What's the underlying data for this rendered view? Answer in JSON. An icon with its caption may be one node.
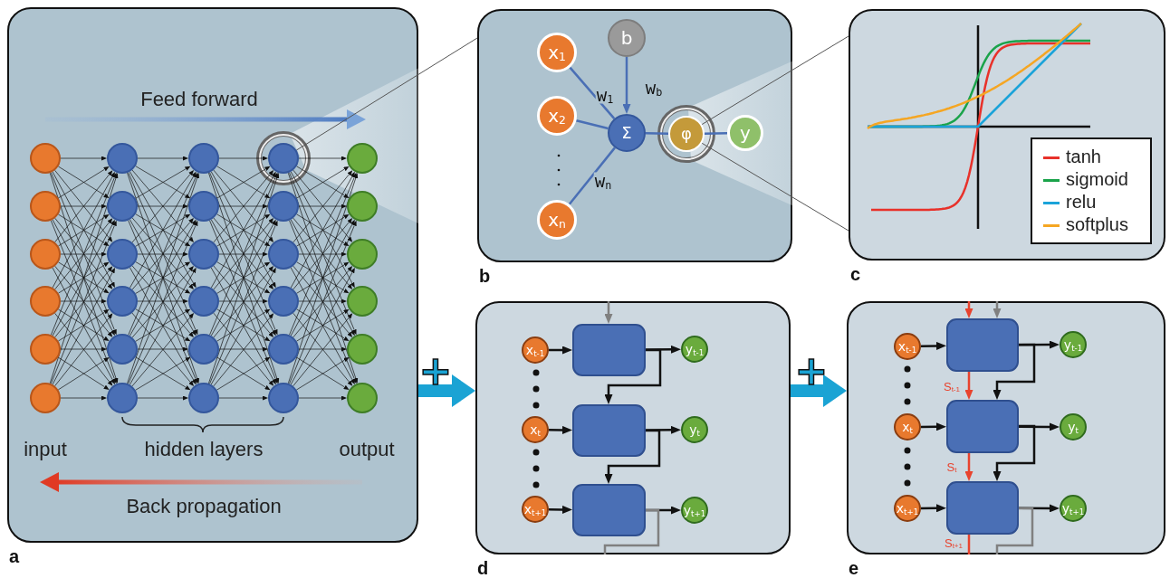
{
  "diagram": {
    "nodes": [
      {
        "text": [
          "a"
        ]
      },
      {
        "text": [],
        "shape": "circle",
        "in": 0
      },
      {
        "text": [],
        "shape": "circle",
        "in": 0
      },
      {
        "text": [],
        "shape": "circle",
        "in": 0
      },
      {
        "text": [],
        "shape": "circle",
        "in": 0
      },
      {
        "text": [],
        "shape": "circle",
        "in": 0
      },
      {
        "text": [],
        "shape": "circle",
        "in": 0
      },
      {
        "text": [],
        "shape": "circle",
        "in": 0
      },
      {
        "text": [],
        "shape": "circle",
        "in": 0
      },
      {
        "text": [],
        "shape": "circle",
        "in": 0
      },
      {
        "text": [],
        "shape": "circle",
        "in": 0
      },
      {
        "text": [],
        "shape": "circle",
        "in": 0
      },
      {
        "text": [],
        "shape": "circle",
        "in": 0
      },
      {
        "text": [],
        "shape": "circle",
        "in": 0
      },
      {
        "text": [],
        "shape": "circle",
        "in": 0
      },
      {
        "text": [],
        "shape": "circle",
        "in": 0
      },
      {
        "text": [],
        "shape": "circle",
        "in": 0
      },
      {
        "text": [],
        "shape": "circle",
        "in": 0
      },
      {
        "text": [],
        "shape": "circle",
        "in": 0
      },
      {
        "text": [],
        "shape": "circle",
        "in": 0
      },
      {
        "text": [],
        "shape": "circle",
        "in": 0
      },
      {
        "text": [],
        "shape": "circle",
        "in": 0
      },
      {
        "text": [],
        "shape": "circle",
        "in": 0
      },
      {
        "text": [],
        "shape": "circle",
        "in": 0
      },
      {
        "text": [],
        "shape": "circle",
        "in": 0
      },
      {
        "text": [],
        "shape": "circle",
        "in": 0
      },
      {
        "text": [],
        "shape": "circle",
        "in": 0
      },
      {
        "text": [],
        "shape": "circle",
        "in": 0
      },
      {
        "text": [],
        "shape": "circle",
        "in": 0
      },
      {
        "text": [],
        "shape": "circle",
        "in": 0
      },
      {
        "text": [],
        "shape": "circle",
        "in": 0
      },
      {
        "text": [
          "b"
        ]
      },
      {
        "text": [
          "x$_{1}$"
        ],
        "in": 31
      },
      {
        "text": [
          "x$_{2}$"
        ],
        "in": 31
      },
      {
        "text": [
          "x$_{n}$"
        ],
        "in": 31
      },
      {
        "text": [
          "b"
        ],
        "in": 31
      },
      {
        "text": [
          "Σ"
        ],
        "in": 31
      },
      {
        "text": [
          "φ"
        ],
        "in": 31
      },
      {
        "text": [
          "y"
        ],
        "in": 31
      },
      {
        "text": [
          "c"
        ]
      },
      {
        "text": [
          "d"
        ]
      },
      {
        "text": [
          "x$_{t-1}$"
        ],
        "in": 40
      },
      {
        "text": [],
        "shape": "box",
        "in": 40
      },
      {
        "text": [
          "y$_{t-1}$"
        ],
        "in": 40
      },
      {
        "text": [
          "x$_{t}$"
        ],
        "in": 40
      },
      {
        "text": [],
        "shape": "box",
        "in": 40
      },
      {
        "text": [
          "y$_{t}$"
        ],
        "in": 40
      },
      {
        "text": [
          "x$_{t+1}$"
        ],
        "in": 40
      },
      {
        "text": [],
        "shape": "box",
        "in": 40
      },
      {
        "text": [
          "y$_{t+1}$"
        ],
        "in": 40
      },
      {
        "text": [
          "e"
        ]
      },
      {
        "text": [
          "x$_{t-1}$"
        ],
        "in": 50
      },
      {
        "text": [],
        "shape": "box",
        "in": 50
      },
      {
        "text": [
          "y$_{t-1}$"
        ],
        "in": 50
      },
      {
        "text": [
          "x$_{t}$"
        ],
        "in": 50
      },
      {
        "text": [],
        "shape": "box",
        "in": 50
      },
      {
        "text": [
          "y$_{t}$"
        ],
        "in": 50
      },
      {
        "text": [
          "x$_{t+1}$"
        ],
        "in": 50
      },
      {
        "text": [],
        "shape": "box",
        "in": 50
      },
      {
        "text": [
          "y$_{t+1}$"
        ],
        "in": 50
      }
    ],
    "edges": [
      {
        "from": 1,
        "to": 7,
        "arrow": "to"
      },
      {
        "from": 1,
        "to": 8,
        "arrow": "to"
      },
      {
        "from": 1,
        "to": 9,
        "arrow": "to"
      },
      {
        "from": 1,
        "to": 10,
        "arrow": "to"
      },
      {
        "from": 1,
        "to": 11,
        "arrow": "to"
      },
      {
        "from": 1,
        "to": 12,
        "arrow": "to"
      },
      {
        "from": 2,
        "to": 7,
        "arrow": "to"
      },
      {
        "from": 2,
        "to": 8,
        "arrow": "to"
      },
      {
        "from": 2,
        "to": 9,
        "arrow": "to"
      },
      {
        "from": 2,
        "to": 10,
        "arrow": "to"
      },
      {
        "from": 2,
        "to": 11,
        "arrow": "to"
      },
      {
        "from": 2,
        "to": 12,
        "arrow": "to"
      },
      {
        "from": 3,
        "to": 7,
        "arrow": "to"
      },
      {
        "from": 3,
        "to": 8,
        "arrow": "to"
      },
      {
        "from": 3,
        "to": 9,
        "arrow": "to"
      },
      {
        "from": 3,
        "to": 10,
        "arrow": "to"
      },
      {
        "from": 3,
        "to": 11,
        "arrow": "to"
      },
      {
        "from": 3,
        "to": 12,
        "arrow": "to"
      },
      {
        "from": 4,
        "to": 7,
        "arrow": "to"
      },
      {
        "from": 4,
        "to": 8,
        "arrow": "to"
      },
      {
        "from": 4,
        "to": 9,
        "arrow": "to"
      },
      {
        "from": 4,
        "to": 10,
        "arrow": "to"
      },
      {
        "from": 4,
        "to": 11,
        "arrow": "to"
      },
      {
        "from": 4,
        "to": 12,
        "arrow": "to"
      },
      {
        "from": 5,
        "to": 7,
        "arrow": "to"
      },
      {
        "from": 5,
        "to": 8,
        "arrow": "to"
      },
      {
        "from": 5,
        "to": 9,
        "arrow": "to"
      },
      {
        "from": 5,
        "to": 10,
        "arrow": "to"
      },
      {
        "from": 5,
        "to": 11,
        "arrow": "to"
      },
      {
        "from": 5,
        "to": 12,
        "arrow": "to"
      },
      {
        "from": 6,
        "to": 7,
        "arrow": "to"
      },
      {
        "from": 6,
        "to": 8,
        "arrow": "to"
      },
      {
        "from": 6,
        "to": 9,
        "arrow": "to"
      },
      {
        "from": 6,
        "to": 10,
        "arrow": "to"
      },
      {
        "from": 6,
        "to": 11,
        "arrow": "to"
      },
      {
        "from": 6,
        "to": 12,
        "arrow": "to"
      },
      {
        "from": 7,
        "to": 13,
        "arrow": "to"
      },
      {
        "from": 7,
        "to": 14,
        "arrow": "to"
      },
      {
        "from": 7,
        "to": 15,
        "arrow": "to"
      },
      {
        "from": 7,
        "to": 16,
        "arrow": "to"
      },
      {
        "from": 7,
        "to": 17,
        "arrow": "to"
      },
      {
        "from": 7,
        "to": 18,
        "arrow": "to"
      },
      {
        "from": 8,
        "to": 13,
        "arrow": "to"
      },
      {
        "from": 8,
        "to": 14,
        "arrow": "to"
      },
      {
        "from": 8,
        "to": 15,
        "arrow": "to"
      },
      {
        "from": 8,
        "to": 16,
        "arrow": "to"
      },
      {
        "from": 8,
        "to": 17,
        "arrow": "to"
      },
      {
        "from": 8,
        "to": 18,
        "arrow": "to"
      },
      {
        "from": 9,
        "to": 13,
        "arrow": "to"
      },
      {
        "from": 9,
        "to": 14,
        "arrow": "to"
      },
      {
        "from": 9,
        "to": 15,
        "arrow": "to"
      },
      {
        "from": 9,
        "to": 16,
        "arrow": "to"
      },
      {
        "from": 9,
        "to": 17,
        "arrow": "to"
      },
      {
        "from": 9,
        "to": 18,
        "arrow": "to"
      },
      {
        "from": 10,
        "to": 13,
        "arrow": "to"
      },
      {
        "from": 10,
        "to": 14,
        "arrow": "to"
      },
      {
        "from": 10,
        "to": 15,
        "arrow": "to"
      },
      {
        "from": 10,
        "to": 16,
        "arrow": "to"
      },
      {
        "from": 10,
        "to": 17,
        "arrow": "to"
      },
      {
        "from": 10,
        "to": 18,
        "arrow": "to"
      },
      {
        "from": 11,
        "to": 13,
        "arrow": "to"
      },
      {
        "from": 11,
        "to": 14,
        "arrow": "to"
      },
      {
        "from": 11,
        "to": 15,
        "arrow": "to"
      },
      {
        "from": 11,
        "to": 16,
        "arrow": "to"
      },
      {
        "from": 11,
        "to": 17,
        "arrow": "to"
      },
      {
        "from": 11,
        "to": 18,
        "arrow": "to"
      },
      {
        "from": 12,
        "to": 13,
        "arrow": "to"
      },
      {
        "from": 12,
        "to": 14,
        "arrow": "to"
      },
      {
        "from": 12,
        "to": 15,
        "arrow": "to"
      },
      {
        "from": 12,
        "to": 16,
        "arrow": "to"
      },
      {
        "from": 12,
        "to": 17,
        "arrow": "to"
      },
      {
        "from": 12,
        "to": 18,
        "arrow": "to"
      },
      {
        "from": 13,
        "to": 19,
        "arrow": "to"
      },
      {
        "from": 13,
        "to": 20,
        "arrow": "to"
      },
      {
        "from": 13,
        "to": 21,
        "arrow": "to"
      },
      {
        "from": 13,
        "to": 22,
        "arrow": "to"
      },
      {
        "from": 13,
        "to": 23,
        "arrow": "to"
      },
      {
        "from": 13,
        "to": 24,
        "arrow": "to"
      },
      {
        "from": 14,
        "to": 19,
        "arrow": "to"
      },
      {
        "from": 14,
        "to": 20,
        "arrow": "to"
      },
      {
        "from": 14,
        "to": 21,
        "arrow": "to"
      },
      {
        "from": 14,
        "to": 22,
        "arrow": "to"
      },
      {
        "from": 14,
        "to": 23,
        "arrow": "to"
      },
      {
        "from": 14,
        "to": 24,
        "arrow": "to"
      },
      {
        "from": 15,
        "to": 19,
        "arrow": "to"
      },
      {
        "from": 15,
        "to": 20,
        "arrow": "to"
      },
      {
        "from": 15,
        "to": 21,
        "arrow": "to"
      },
      {
        "from": 15,
        "to": 22,
        "arrow": "to"
      },
      {
        "from": 15,
        "to": 23,
        "arrow": "to"
      },
      {
        "from": 15,
        "to": 24,
        "arrow": "to"
      },
      {
        "from": 16,
        "to": 19,
        "arrow": "to"
      },
      {
        "from": 16,
        "to": 20,
        "arrow": "to"
      },
      {
        "from": 16,
        "to": 21,
        "arrow": "to"
      },
      {
        "from": 16,
        "to": 22,
        "arrow": "to"
      },
      {
        "from": 16,
        "to": 23,
        "arrow": "to"
      },
      {
        "from": 16,
        "to": 24,
        "arrow": "to"
      },
      {
        "from": 17,
        "to": 19,
        "arrow": "to"
      },
      {
        "from": 17,
        "to": 20,
        "arrow": "to"
      },
      {
        "from": 17,
        "to": 21,
        "arrow": "to"
      },
      {
        "from": 17,
        "to": 22,
        "arrow": "to"
      },
      {
        "from": 17,
        "to": 23,
        "arrow": "to"
      },
      {
        "from": 17,
        "to": 24,
        "arrow": "to"
      },
      {
        "from": 18,
        "to": 19,
        "arrow": "to"
      },
      {
        "from": 18,
        "to": 20,
        "arrow": "to"
      },
      {
        "from": 18,
        "to": 21,
        "arrow": "to"
      },
      {
        "from": 18,
        "to": 22,
        "arrow": "to"
      },
      {
        "from": 18,
        "to": 23,
        "arrow": "to"
      },
      {
        "from": 18,
        "to": 24,
        "arrow": "to"
      },
      {
        "from": 19,
        "to": 25,
        "arrow": "to"
      },
      {
        "from": 19,
        "to": 26,
        "arrow": "to"
      },
      {
        "from": 19,
        "to": 27,
        "arrow": "to"
      },
      {
        "from": 19,
        "to": 28,
        "arrow": "to"
      },
      {
        "from": 19,
        "to": 29,
        "arrow": "to"
      },
      {
        "from": 19,
        "to": 30,
        "arrow": "to"
      },
      {
        "from": 20,
        "to": 25,
        "arrow": "to"
      },
      {
        "from": 20,
        "to": 26,
        "arrow": "to"
      },
      {
        "from": 20,
        "to": 27,
        "arrow": "to"
      },
      {
        "from": 20,
        "to": 28,
        "arrow": "to"
      },
      {
        "from": 20,
        "to": 29,
        "arrow": "to"
      },
      {
        "from": 20,
        "to": 30,
        "arrow": "to"
      },
      {
        "from": 21,
        "to": 25,
        "arrow": "to"
      },
      {
        "from": 21,
        "to": 26,
        "arrow": "to"
      },
      {
        "from": 21,
        "to": 27,
        "arrow": "to"
      },
      {
        "from": 21,
        "to": 28,
        "arrow": "to"
      },
      {
        "from": 21,
        "to": 29,
        "arrow": "to"
      },
      {
        "from": 21,
        "to": 30,
        "arrow": "to"
      },
      {
        "from": 22,
        "to": 25,
        "arrow": "to"
      },
      {
        "from": 22,
        "to": 26,
        "arrow": "to"
      },
      {
        "from": 22,
        "to": 27,
        "arrow": "to"
      },
      {
        "from": 22,
        "to": 28,
        "arrow": "to"
      },
      {
        "from": 22,
        "to": 29,
        "arrow": "to"
      },
      {
        "from": 22,
        "to": 30,
        "arrow": "to"
      },
      {
        "from": 23,
        "to": 25,
        "arrow": "to"
      },
      {
        "from": 23,
        "to": 26,
        "arrow": "to"
      },
      {
        "from": 23,
        "to": 27,
        "arrow": "to"
      },
      {
        "from": 23,
        "to": 28,
        "arrow": "to"
      },
      {
        "from": 23,
        "to": 29,
        "arrow": "to"
      },
      {
        "from": 23,
        "to": 30,
        "arrow": "to"
      },
      {
        "from": 24,
        "to": 25,
        "arrow": "to"
      },
      {
        "from": 24,
        "to": 26,
        "arrow": "to"
      },
      {
        "from": 24,
        "to": 27,
        "arrow": "to"
      },
      {
        "from": 24,
        "to": 28,
        "arrow": "to"
      },
      {
        "from": 24,
        "to": 29,
        "arrow": "to"
      },
      {
        "from": 24,
        "to": 30,
        "arrow": "to"
      },
      {
        "from": 32,
        "to": 36,
        "arrow": "none",
        "label": "w$_{1}$",
        "color": "#4a6fb5"
      },
      {
        "from": 33,
        "to": 36,
        "arrow": "none",
        "color": "#4a6fb5"
      },
      {
        "from": 34,
        "to": 36,
        "arrow": "none",
        "label": "w$_{n}$",
        "color": "#4a6fb5"
      },
      {
        "from": 35,
        "to": 36,
        "arrow": "to",
        "label": "w$_{b}$",
        "color": "#4a6fb5"
      },
      {
        "from": 36,
        "to": 37,
        "arrow": "none",
        "color": "#4a6fb5"
      },
      {
        "from": 37,
        "to": 38,
        "arrow": "none",
        "color": "#4a6fb5"
      },
      {
        "from": 19,
        "to": 31,
        "arrow": "none",
        "color": "#555555"
      },
      {
        "from": 37,
        "to": 39,
        "arrow": "none",
        "color": "#555555"
      },
      {
        "from": 0,
        "to": 40,
        "arrow": "to",
        "label": "+",
        "style": "thick",
        "color": "#1aa3d4"
      },
      {
        "from": 40,
        "to": 50,
        "arrow": "to",
        "label": "+",
        "style": "thick",
        "color": "#1aa3d4"
      },
      {
        "from": null,
        "to": 42,
        "arrow": "to",
        "color": "#808080"
      },
      {
        "from": 41,
        "to": 42,
        "arrow": "to"
      },
      {
        "from": 42,
        "to": 43,
        "arrow": "to"
      },
      {
        "from": 42,
        "to": 45,
        "arrow": "to"
      },
      {
        "from": 44,
        "to": 45,
        "arrow": "to"
      },
      {
        "from": 45,
        "to": 46,
        "arrow": "to"
      },
      {
        "from": 45,
        "to": 48,
        "arrow": "to"
      },
      {
        "from": 47,
        "to": 48,
        "arrow": "to"
      },
      {
        "from": 48,
        "to": 49,
        "arrow": "to"
      },
      {
        "from": 48,
        "to": null,
        "arrow": "none",
        "color": "#808080"
      },
      {
        "from": null,
        "to": 52,
        "arrow": "to",
        "color": "#e8432e"
      },
      {
        "from": null,
        "to": 52,
        "arrow": "to",
        "color": "#808080"
      },
      {
        "from": 51,
        "to": 52,
        "arrow": "to"
      },
      {
        "from": 52,
        "to": 53,
        "arrow": "to"
      },
      {
        "from": 52,
        "to": 55,
        "arrow": "to"
      },
      {
        "from": 52,
        "to": 55,
        "arrow": "to",
        "label": "S$_{t-1}$",
        "color": "#e8432e"
      },
      {
        "from": 54,
        "to": 55,
        "arrow": "to"
      },
      {
        "from": 55,
        "to": 56,
        "arrow": "to"
      },
      {
        "from": 55,
        "to": 58,
        "arrow": "to"
      },
      {
        "from": 55,
        "to": 58,
        "arrow": "to",
        "label": "S$_{t}$",
        "color": "#e8432e"
      },
      {
        "from": 57,
        "to": 58,
        "arrow": "to"
      },
      {
        "from": 58,
        "to": 59,
        "arrow": "to"
      },
      {
        "from": 58,
        "to": null,
        "arrow": "none",
        "label": "S$_{t+1}$",
        "color": "#e8432e"
      },
      {
        "from": 58,
        "to": null,
        "arrow": "none",
        "color": "#808080"
      }
    ],
    "labels": [
      "Feed forward",
      "input",
      "hidden layers",
      "output",
      "Back propagation"
    ],
    "legend": [
      {
        "text": "tanh",
        "color": "#e8312a"
      },
      {
        "text": "sigmoid",
        "color": "#1aa34a"
      },
      {
        "text": "relu",
        "color": "#1ba3d9"
      },
      {
        "text": "softplus",
        "color": "#f5a623"
      }
    ]
  }
}
